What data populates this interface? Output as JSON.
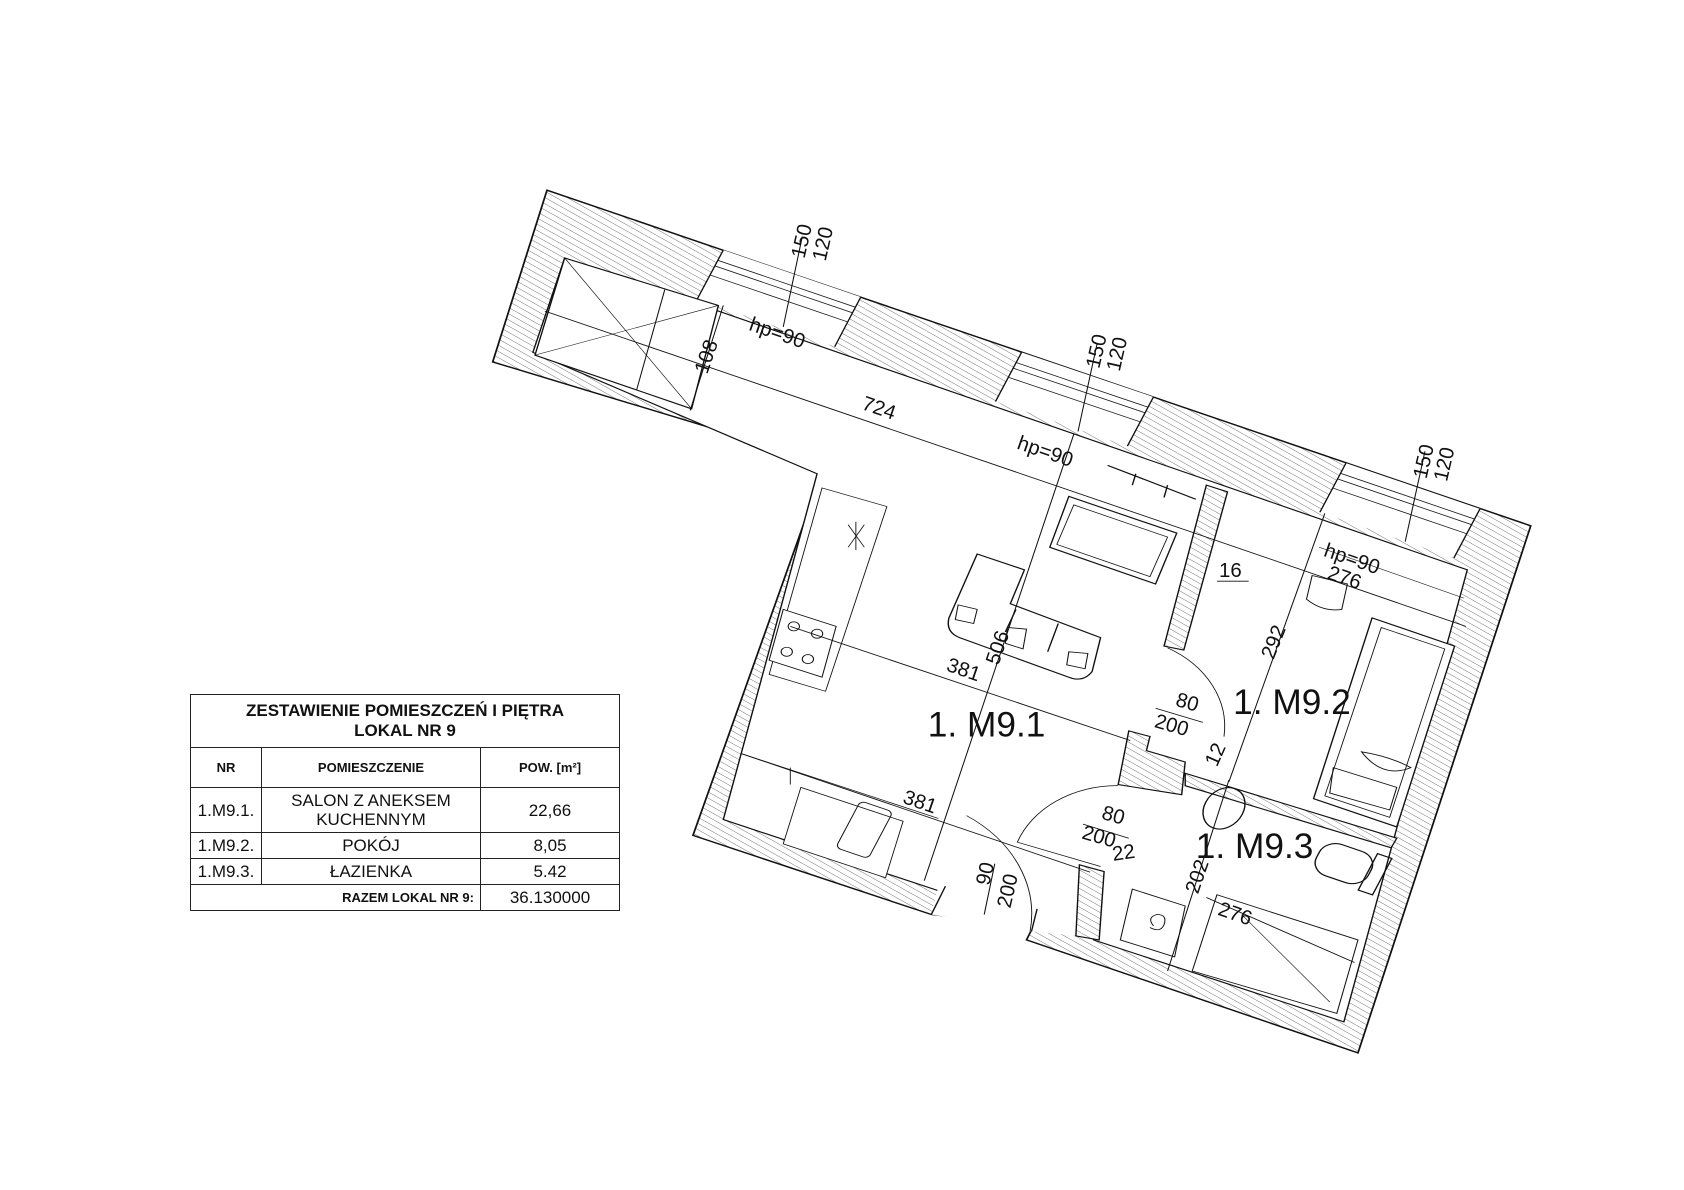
{
  "summary_table": {
    "title_line1": "ZESTAWIENIE POMIESZCZEŃ I PIĘTRA",
    "title_line2": "LOKAL NR 9",
    "headers": {
      "nr": "NR",
      "room": "POMIESZCZENIE",
      "area": "POW.  [m²]"
    },
    "rows": [
      {
        "nr": "1.M9.1.",
        "room_line1": "SALON Z ANEKSEM",
        "room_line2": "KUCHENNYM",
        "area": "22,66"
      },
      {
        "nr": "1.M9.2.",
        "room": "POKÓJ",
        "area": "8,05"
      },
      {
        "nr": "1.M9.3.",
        "room": "ŁAZIENKA",
        "area": "5.42"
      }
    ],
    "total_label": "RAZEM LOKAL NR 9:",
    "total_value": "36.130000"
  },
  "rooms": {
    "m91": "1. M9.1",
    "m92": "1. M9.2",
    "m93": "1. M9.3"
  },
  "windows": [
    {
      "width": "150",
      "height": "120",
      "sill": "hp=90"
    },
    {
      "width": "150",
      "height": "120",
      "sill": "hp=90"
    },
    {
      "width": "150",
      "height": "120",
      "sill": "hp=90"
    }
  ],
  "dimensions": {
    "d108": "108",
    "d724": "724",
    "d16": "16",
    "d276_top": "276",
    "d292": "292",
    "d381_a": "381",
    "d506": "506",
    "d381_b": "381",
    "d12": "12",
    "d22": "22",
    "d202": "202",
    "d276_bottom": "276"
  },
  "doors": [
    {
      "width": "80",
      "height": "200"
    },
    {
      "width": "80",
      "height": "200"
    },
    {
      "width": "90",
      "height": "200"
    }
  ]
}
